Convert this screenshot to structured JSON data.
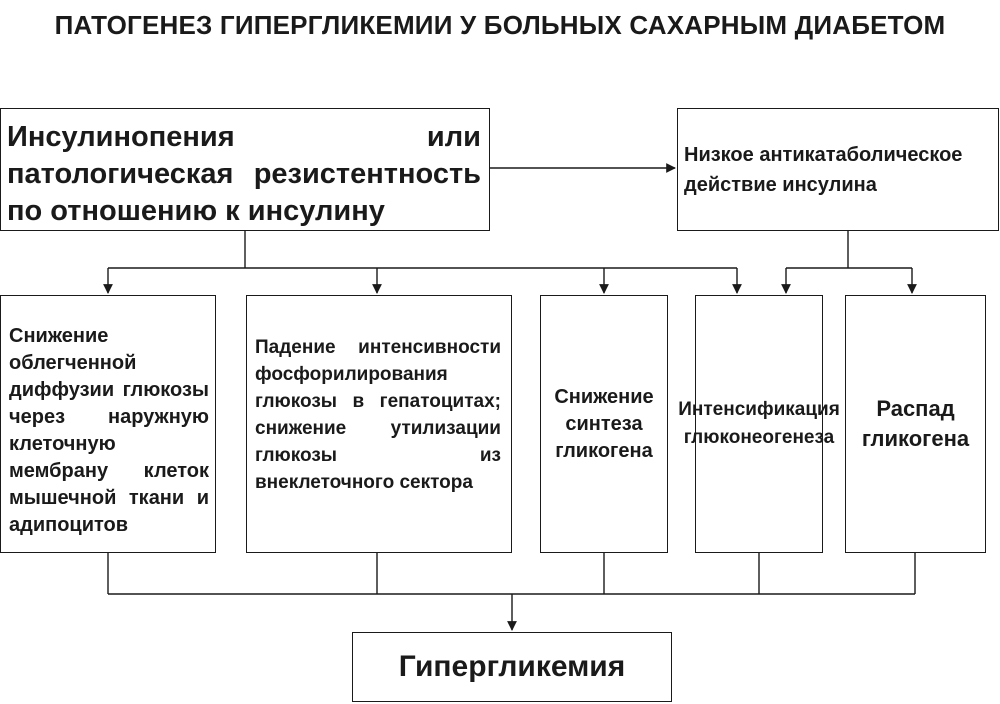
{
  "title": "ПАТОГЕНЕЗ ГИПЕРГЛИКЕМИИ У БОЛЬНЫХ САХАРНЫМ ДИАБЕТОМ",
  "top_left_box": "Инсулинопения или патологическая резистентность по отношению к инсулину",
  "top_right_box": "Низкое антикатаболическое действие инсулина",
  "middle_boxes": [
    "Снижение облегченной диффузии глюкозы через наружную клеточную мембрану клеток мышечной ткани и адипоцитов",
    "Падение интенсивности фосфорилирования глюкозы в гепатоцитах; снижение утилизации глюкозы из внеклеточного сектора",
    "Снижение синтеза гликогена",
    "Интенсификация глюконеогенеза",
    "Распад гликогена"
  ],
  "result_box": "Гипергликемия"
}
